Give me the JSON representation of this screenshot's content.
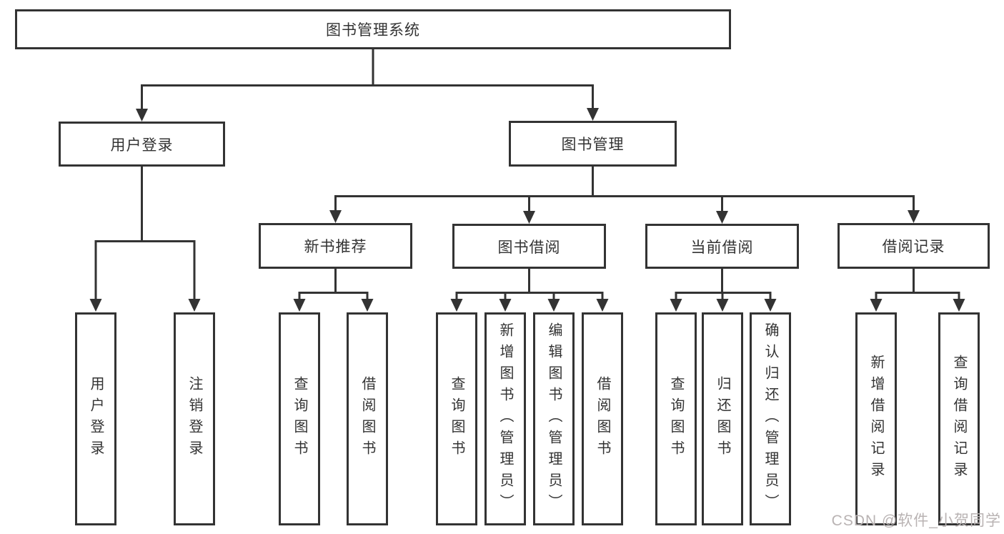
{
  "tree": {
    "label": "图书管理系统",
    "children": [
      {
        "label": "用户登录",
        "children": [
          {
            "label": "用户登录"
          },
          {
            "label": "注销登录"
          }
        ]
      },
      {
        "label": "图书管理",
        "children": [
          {
            "label": "新书推荐",
            "children": [
              {
                "label": "查询图书"
              },
              {
                "label": "借阅图书"
              }
            ]
          },
          {
            "label": "图书借阅",
            "children": [
              {
                "label": "查询图书"
              },
              {
                "label": "新增图书（管理员）"
              },
              {
                "label": "编辑图书（管理员）"
              },
              {
                "label": "借阅图书"
              }
            ]
          },
          {
            "label": "当前借阅",
            "children": [
              {
                "label": "查询图书"
              },
              {
                "label": "归还图书"
              },
              {
                "label": "确认归还（管理员）"
              }
            ]
          },
          {
            "label": "借阅记录",
            "children": [
              {
                "label": "新增借阅记录"
              },
              {
                "label": "查询借阅记录"
              }
            ]
          }
        ]
      }
    ]
  },
  "watermark": {
    "text": "CSDN @软件_小贺同学"
  },
  "colors": {
    "line": "#333333",
    "text": "#333333",
    "watermark": "#b9b3b3",
    "background": "#ffffff"
  }
}
